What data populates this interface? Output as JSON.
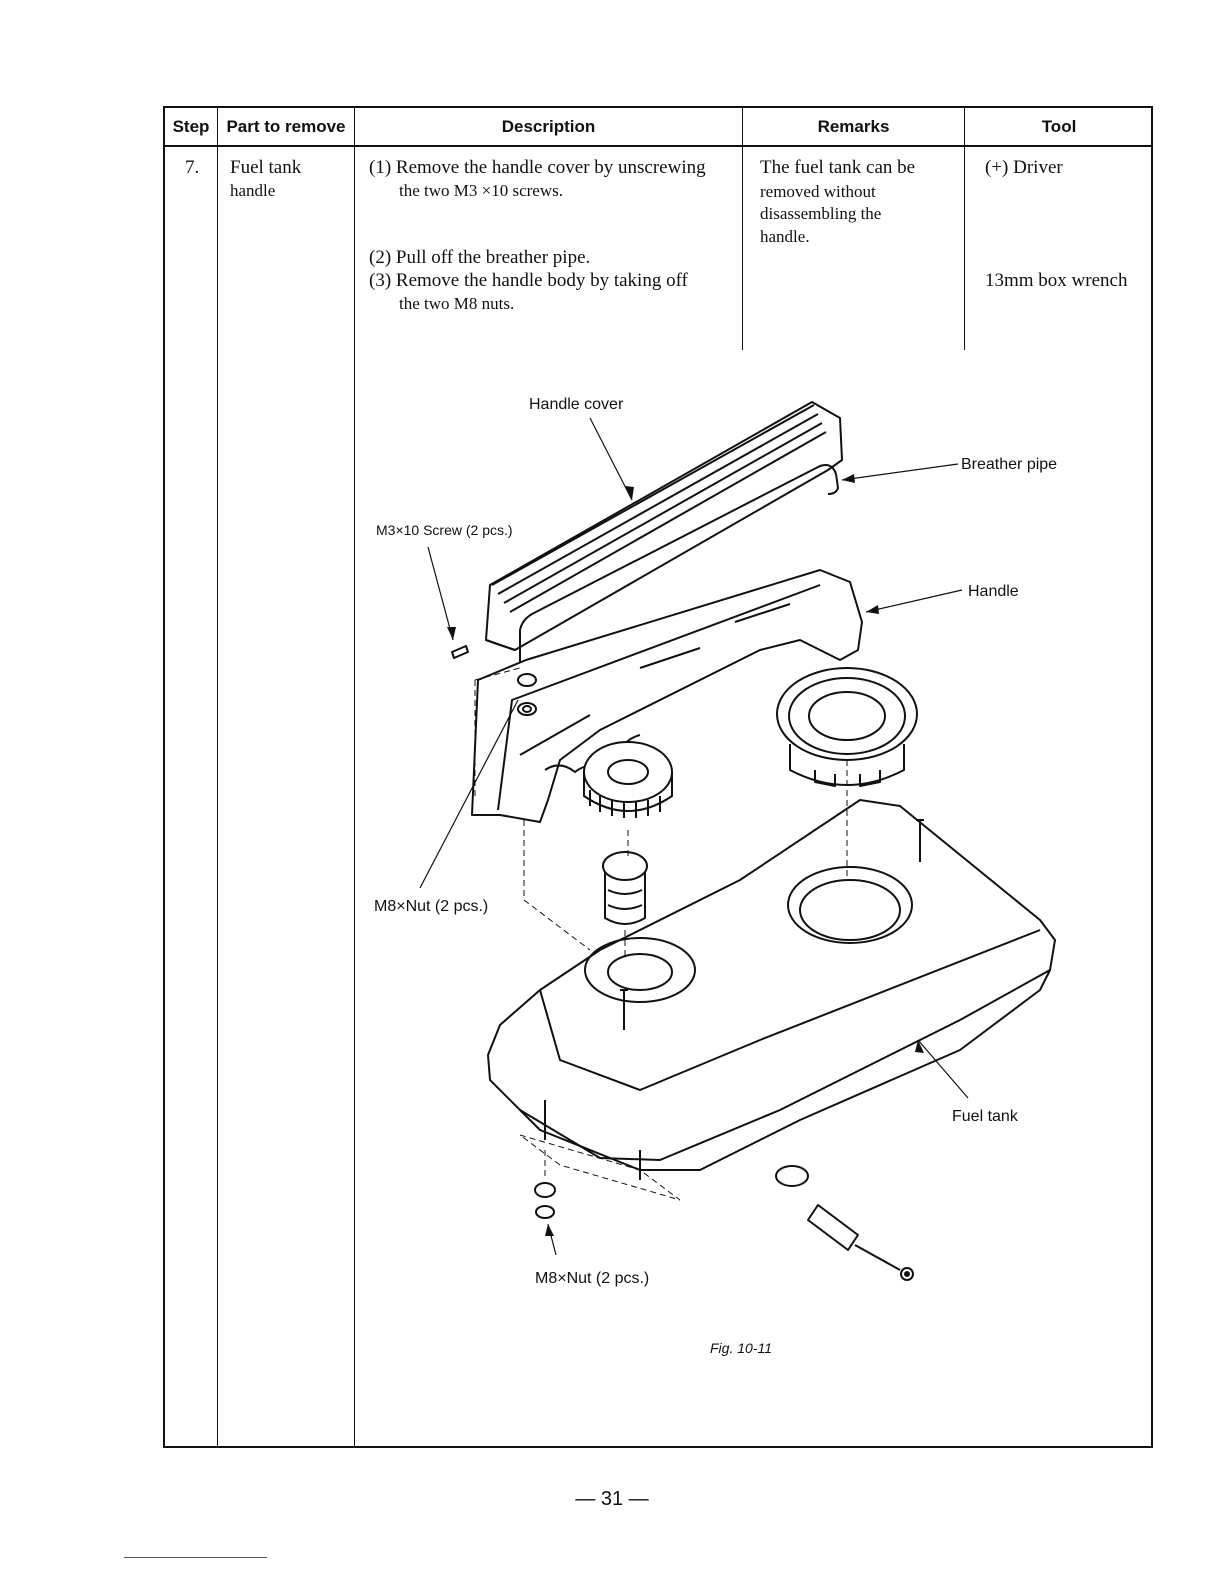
{
  "table": {
    "headers": {
      "step": "Step",
      "part": "Part to remove",
      "description": "Description",
      "remarks": "Remarks",
      "tool": "Tool"
    },
    "row": {
      "step": "7.",
      "part_line1": "Fuel tank",
      "part_line2": "handle",
      "desc1_line1": "(1) Remove the handle cover by unscrewing",
      "desc1_line2": "the two M3 ×10 screws.",
      "desc2": "(2) Pull off the breather pipe.",
      "desc3_line1": "(3) Remove the handle body by taking off",
      "desc3_line2": "the two M8 nuts.",
      "remarks_line1": "The fuel tank can be",
      "remarks_line2": "removed without",
      "remarks_line3": "disassembling the",
      "remarks_line4": "handle.",
      "tool1": "(+) Driver",
      "tool2": "13mm box wrench"
    }
  },
  "figure": {
    "labels": {
      "handle_cover": "Handle cover",
      "breather_pipe": "Breather pipe",
      "screw": "M3×10 Screw (2 pcs.)",
      "handle": "Handle",
      "nut_upper": "M8×Nut (2 pcs.)",
      "fuel_tank": "Fuel tank",
      "nut_lower": "M8×Nut (2 pcs.)"
    },
    "caption": "Fig. 10-11"
  },
  "page_number": "— 31 —"
}
